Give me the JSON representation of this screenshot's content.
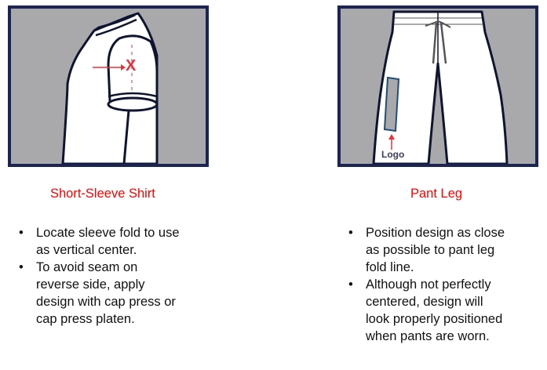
{
  "panels": [
    {
      "id": "short-sleeve-shirt",
      "illustration": {
        "subject": "short-sleeve-shirt-side-view",
        "marker_label": "X",
        "border_color": "#1b2452",
        "background_color": "#a9a9ac",
        "marker_color": "#e8303a"
      },
      "caption": "Short-Sleeve Shirt",
      "bullets": [
        {
          "symbol": "•",
          "lines": [
            "Locate sleeve fold to use",
            "as vertical center."
          ]
        },
        {
          "symbol": "•",
          "lines": [
            "To avoid seam on",
            "reverse side, apply",
            "design with cap press or",
            "cap press platen."
          ]
        }
      ]
    },
    {
      "id": "pant-leg",
      "illustration": {
        "subject": "pants-front-view",
        "marker_label": "Logo",
        "border_color": "#1b2452",
        "background_color": "#a9a9ac",
        "logo_box_color": "#1f4e79",
        "arrow_color": "#e8303a"
      },
      "caption": "Pant Leg",
      "bullets": [
        {
          "symbol": "•",
          "lines": [
            "Position design as close",
            "as possible to pant leg",
            "fold line."
          ]
        },
        {
          "symbol": "•",
          "lines": [
            "Although not perfectly",
            "centered, design will",
            "look properly positioned",
            "when pants are worn."
          ]
        }
      ]
    }
  ],
  "colors": {
    "caption": "#ff0000",
    "body_text": "#111111"
  }
}
